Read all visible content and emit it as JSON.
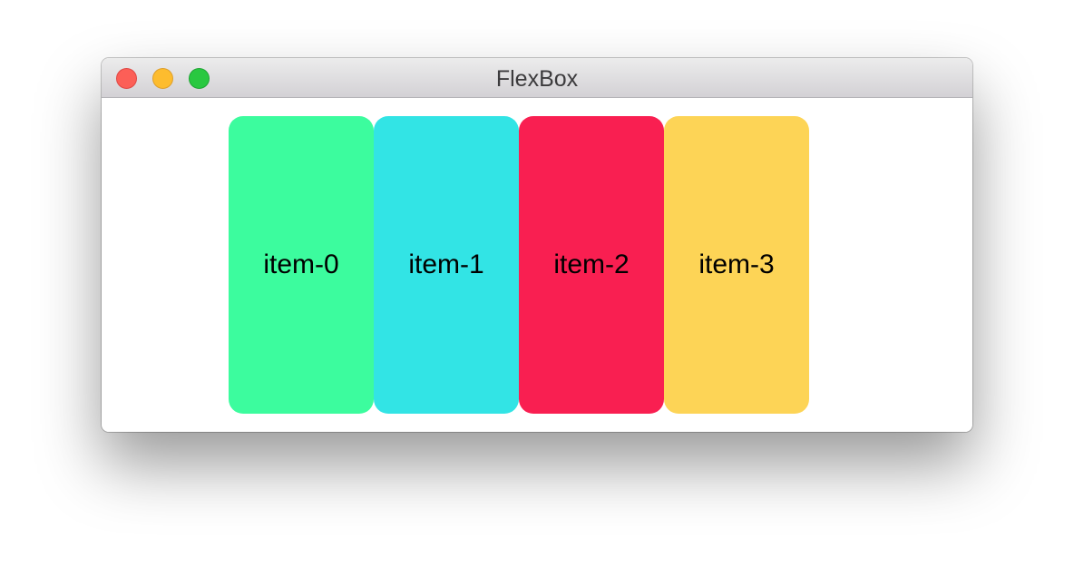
{
  "window": {
    "title": "FlexBox",
    "traffic_lights": {
      "close_color": "#fc5f57",
      "minimize_color": "#fdbc2e",
      "zoom_color": "#29c840"
    }
  },
  "items": [
    {
      "label": "item-0",
      "color": "#3cfc9e"
    },
    {
      "label": "item-1",
      "color": "#32e4e5"
    },
    {
      "label": "item-2",
      "color": "#f91f51"
    },
    {
      "label": "item-3",
      "color": "#fdd456"
    }
  ]
}
